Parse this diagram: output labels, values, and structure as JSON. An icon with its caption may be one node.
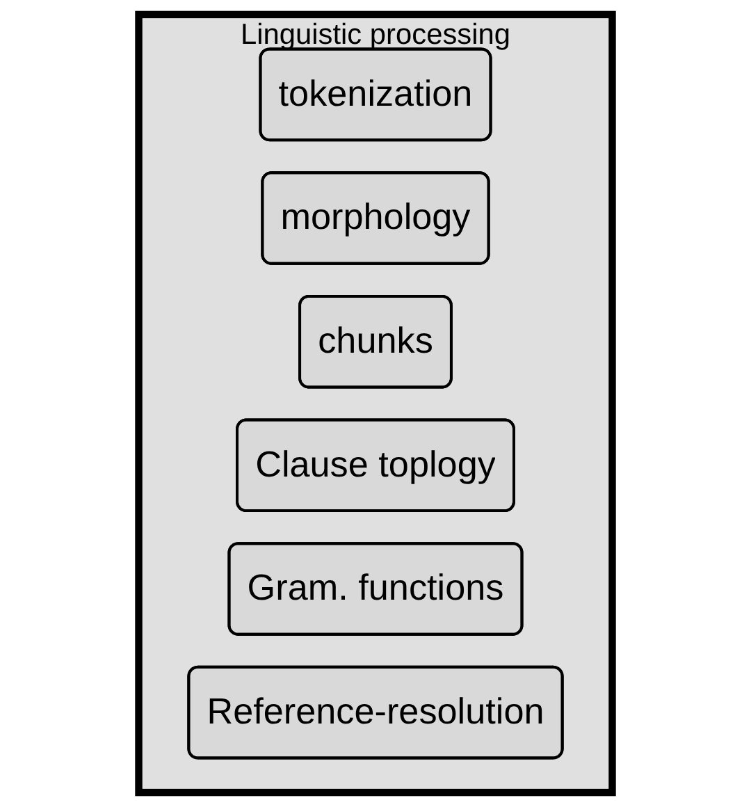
{
  "diagram": {
    "nodes": [
      {
        "text": [
          "Linguistic processing"
        ]
      },
      {
        "text": [
          "tokenization"
        ],
        "in": 0
      },
      {
        "text": [
          "morphology"
        ],
        "in": 0
      },
      {
        "text": [
          "chunks"
        ],
        "in": 0
      },
      {
        "text": [
          "Clause toplogy"
        ],
        "in": 0
      },
      {
        "text": [
          "Gram. functions"
        ],
        "in": 0
      },
      {
        "text": [
          "Reference-resolution"
        ],
        "in": 0
      }
    ]
  }
}
